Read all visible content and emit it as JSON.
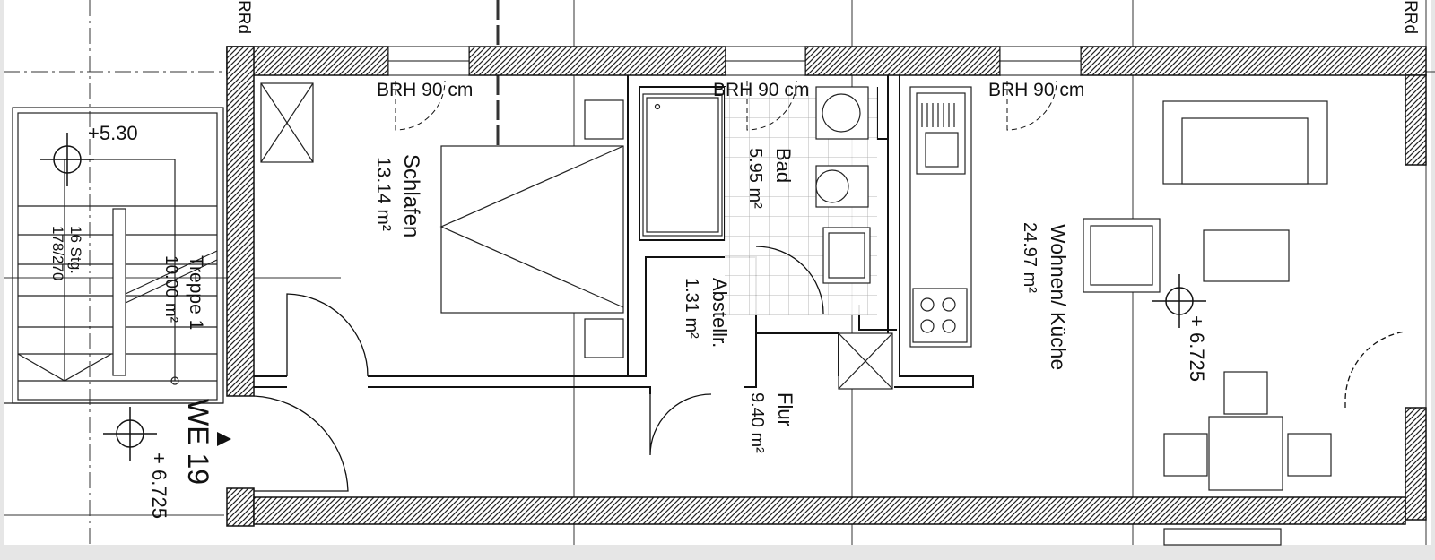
{
  "labels": {
    "brh_left": "BRH 90 cm",
    "brh_middle": "BRH 90 cm",
    "brh_right": "BRH 90 cm",
    "rr_left": "RRd",
    "rr_right": "RRd",
    "level_stair": "+5.30",
    "level_corridor": "+ 6.725",
    "level_living": "+ 6.725",
    "stair_steps": "16 Stg.",
    "stair_ratio": "178/270",
    "unit": "WE 19"
  },
  "rooms": [
    {
      "name": "Schlafen",
      "area": "13.14 m²"
    },
    {
      "name": "Bad",
      "area": "5.95 m²"
    },
    {
      "name": "Abstellr.",
      "area": "1.31 m²"
    },
    {
      "name": "Flur",
      "area": "9.40 m²"
    },
    {
      "name": "Wohnen/ Küche",
      "area": "24.97 m²"
    },
    {
      "name": "Treppe 1",
      "area": "10.00 m²"
    }
  ]
}
